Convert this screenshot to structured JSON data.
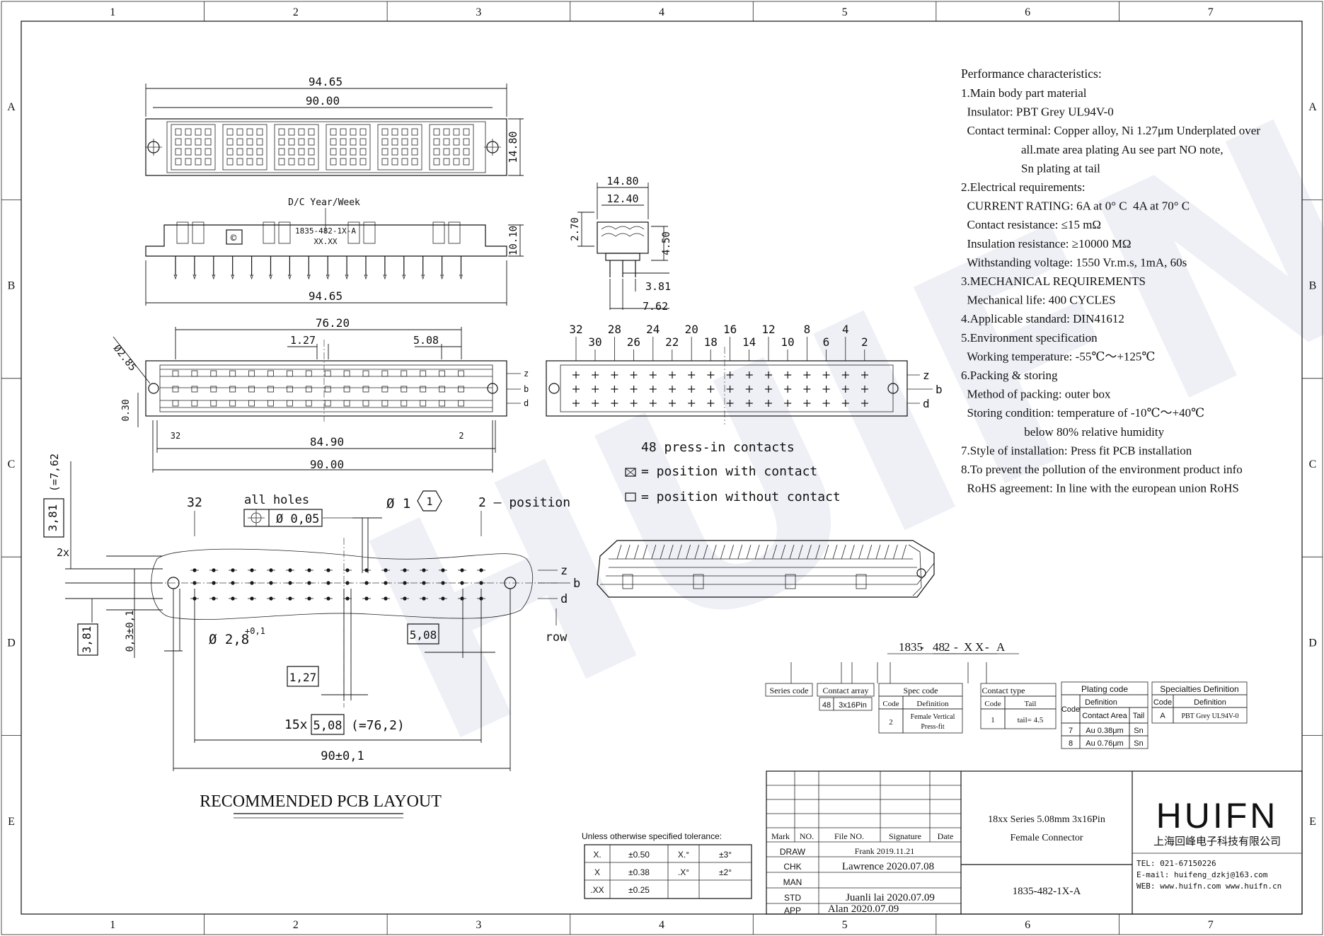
{
  "frame": {
    "columns": [
      "1",
      "2",
      "3",
      "4",
      "5",
      "6",
      "7"
    ],
    "rows": [
      "A",
      "B",
      "C",
      "D",
      "E"
    ]
  },
  "watermark": "HUIFN",
  "top_view": {
    "dim_overall": "94.65",
    "dim_inner": "90.00",
    "dim_height": "14.80"
  },
  "side_view": {
    "dc_label": "D/C Year/Week",
    "part_mark": "1835-482-1X-A",
    "date_mark": "XX.XX",
    "dim_height": "10.10",
    "dim_length": "94.65"
  },
  "end_view": {
    "dim_width": "14.80",
    "dim_inner": "12.40",
    "dim_top": "2.70",
    "dim_side": "4.50",
    "dim_pitch1": "3.81",
    "dim_pitch2": "7.62"
  },
  "front_view": {
    "dim_diameter": "Ø2.85",
    "dim_span": "76.20",
    "dim_pin": "1.27",
    "dim_pitch": "5.08",
    "dim_offset": "0.30",
    "dim_inner": "84.90",
    "dim_overall": "90.00",
    "pin_first": "32",
    "pin_last": "2",
    "row_labels": [
      "z",
      "b",
      "d"
    ]
  },
  "contact_view": {
    "top_numbers": [
      "32",
      "28",
      "24",
      "20",
      "16",
      "12",
      "8",
      "4"
    ],
    "sub_numbers": [
      "30",
      "26",
      "22",
      "18",
      "14",
      "10",
      "6",
      "2"
    ],
    "row_labels": [
      "z",
      "b",
      "d"
    ],
    "legend_count": "48 press-in contacts",
    "legend_with": "= position with contact",
    "legend_without": "= position without contact"
  },
  "pcb_layout": {
    "pos_32": "32",
    "all_holes": "all holes",
    "tol_value": "Ø 0,05",
    "hole_dia": "Ø 1",
    "hole_ref": "1",
    "pos_2": "2 — position",
    "count_2x": "2x",
    "dim_381": "3,81",
    "dim_762": "(=7,62",
    "dim_381b": "3,81",
    "dim_03": "0,3±0,1",
    "mount_hole": "Ø 2,8",
    "mount_tol": "+0,1",
    "dim_508": "5,08",
    "dim_127": "1,27",
    "count_15x": "15x",
    "dim_508b": "5,08",
    "dim_762b": "(=76,2)",
    "dim_90": "90±0,1",
    "row_labels": [
      "z",
      "b",
      "d"
    ],
    "row_word": "row",
    "title": "RECOMMENDED PCB LAYOUT"
  },
  "specs": {
    "heading": "Performance characteristics:",
    "lines": [
      "1.Main body part material",
      "  Insulator: PBT Grey UL94V-0",
      "  Contact terminal: Copper alloy, Ni 1.27μm Underplated over",
      "                    all.mate area plating Au see part NO note,",
      "                    Sn plating at tail",
      "2.Electrical requirements:",
      "  CURRENT RATING: 6A at 0° C  4A at 70° C",
      "  Contact resistance: ≤15 mΩ",
      "  Insulation resistance: ≥10000 MΩ",
      "  Withstanding voltage: 1550 Vr.m.s, 1mA, 60s",
      "3.MECHANICAL REQUIREMENTS",
      "  Mechanical life: 400 CYCLES",
      "4.Applicable standard: DIN41612",
      "5.Environment specification",
      "  Working temperature: -55℃～+125℃",
      "6.Packing & storing",
      "  Method of packing: outer box",
      "  Storing condition: temperature of -10℃～+40℃",
      "                     below 80% relative humidity",
      "7.Style of installation: Press fit PCB installation",
      "8.To prevent the pollution of the environment product info",
      "  RoHS agreement: In line with the european union RoHS"
    ]
  },
  "part_number": {
    "segments": [
      "1835",
      "-",
      "48",
      "2",
      "-",
      "X",
      "X",
      "-",
      "A"
    ],
    "series_code": "Series code",
    "contact_array": {
      "title": "Contact array",
      "code": "48",
      "value": "3x16Pin"
    },
    "spec_code": {
      "title": "Spec code",
      "col1": "Code",
      "col2": "Definition",
      "code": "2",
      "value1": "Female Vertical",
      "value2": "Press-fit"
    },
    "contact_type": {
      "title": "Contact type",
      "col1": "Code",
      "col2": "Tail",
      "code": "1",
      "value": "tail= 4.5"
    },
    "plating_code": {
      "title": "Plating code",
      "col1": "Code",
      "col2": "Definition",
      "col2a": "Contact Area",
      "col2b": "Tail",
      "rows": [
        [
          "7",
          "Au 0.38μm",
          "Sn"
        ],
        [
          "8",
          "Au 0.76μm",
          "Sn"
        ]
      ]
    },
    "specialties": {
      "title": "Specialties Definition",
      "col1": "Code",
      "col2": "Definition",
      "code": "A",
      "value": "PBT Grey UL94V-0"
    }
  },
  "tolerance": {
    "title": "Unless otherwise specified tolerance:",
    "rows": [
      [
        "X.",
        "±0.50",
        "X.°",
        "±3°"
      ],
      [
        "X",
        "±0.38",
        ".X°",
        "±2°"
      ],
      [
        ".XX",
        "±0.25",
        "",
        ""
      ]
    ]
  },
  "title_block": {
    "headers": [
      "Mark",
      "NO.",
      "File NO.",
      "Signature",
      "Date"
    ],
    "roles": [
      "DRAW",
      "CHK",
      "MAN",
      "STD",
      "APP"
    ],
    "draw_sig": "Frank 2019.11.21",
    "chk_sig": "Lawrence 2020.07.08",
    "std_sig": "Juanli lai 2020.07.09",
    "app_sig": "Alan 2020.07.09",
    "title_line1": "18xx Series 5.08mm 3x16Pin",
    "title_line2": "Female Connector",
    "drawing_no": "1835-482-1X-A",
    "logo": "HUIFN",
    "company": "上海回峰电子科技有限公司",
    "tel": "TEL: 021-67150226",
    "email": "E-mail: huifeng_dzkj@163.com",
    "web": "WEB: www.huifn.com  www.huifn.cn"
  },
  "colors": {
    "line": "#111111",
    "watermark": "#1e3a8a"
  }
}
